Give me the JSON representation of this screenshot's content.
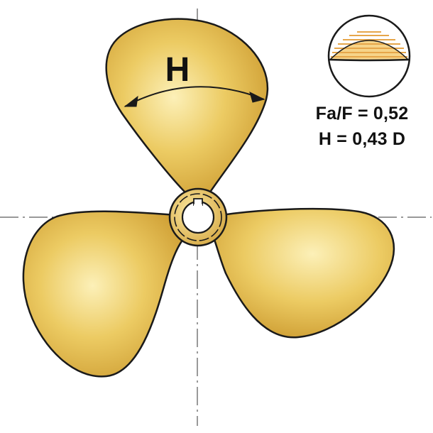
{
  "pitch_label": "H",
  "parameters": {
    "blade_area_ratio": "Fa/F = 0,52",
    "pitch_ratio": "H = 0,43 D"
  },
  "colors": {
    "blade_light": "#fbe9a3",
    "blade_mid": "#e9c55a",
    "blade_dark": "#c99a2c",
    "outline": "#1a1a1a",
    "section_stripe": "#e6a64a"
  }
}
